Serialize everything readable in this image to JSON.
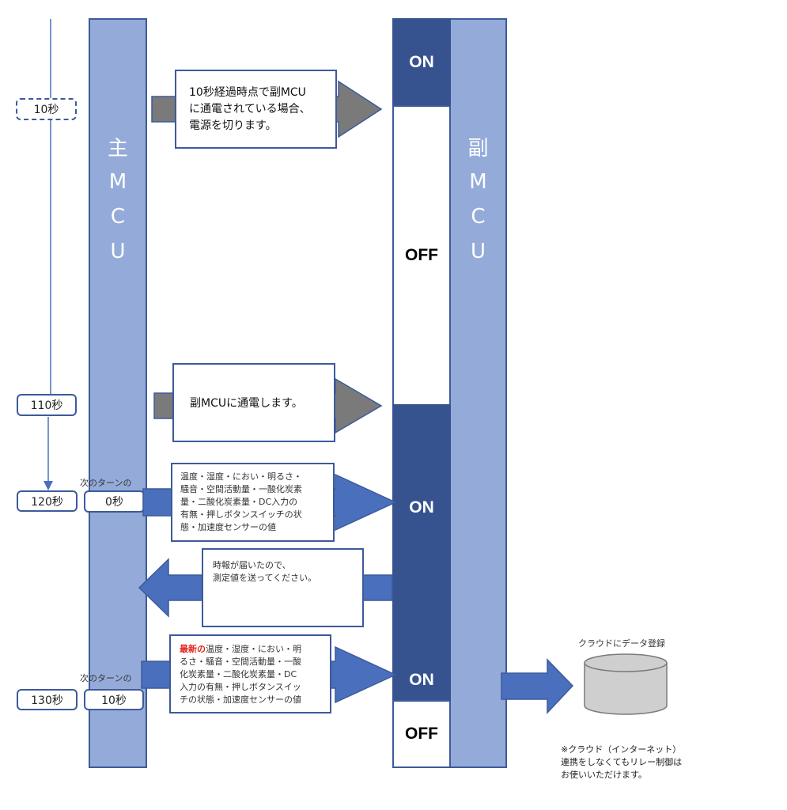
{
  "lanes": {
    "main": {
      "label_chars": [
        "主",
        "M",
        "C",
        "U"
      ]
    },
    "sub": {
      "label_chars": [
        "副",
        "M",
        "C",
        "U"
      ]
    }
  },
  "sub_states": [
    {
      "state": "ON",
      "label": "ON"
    },
    {
      "state": "OFF",
      "label": "OFF"
    },
    {
      "state": "ON",
      "label": "ON"
    },
    {
      "state": "ON",
      "label": "ON"
    },
    {
      "state": "OFF",
      "label": "OFF"
    }
  ],
  "timeline": {
    "markers": [
      {
        "label": "10秒",
        "style": "dashed"
      },
      {
        "label": "110秒",
        "style": "solid"
      },
      {
        "label": "120秒",
        "style": "solid"
      },
      {
        "label": "130秒",
        "style": "solid"
      }
    ],
    "next_turn": [
      {
        "caption": "次のターンの",
        "label": "0秒"
      },
      {
        "caption": "次のターンの",
        "label": "10秒"
      }
    ]
  },
  "messages": {
    "power_off": {
      "lines": [
        "10秒経過時点で副MCU",
        "に通電されている場合、",
        "電源を切ります。"
      ],
      "color": "#7a7a7a"
    },
    "power_on": {
      "text": "副MCUに通電します。",
      "color": "#7a7a7a"
    },
    "measurements": {
      "lines": [
        "温度・湿度・におい・明るさ・",
        "騒音・空間活動量・一酸化炭素",
        "量・二酸化炭素量・DC入力の",
        "有無・押しボタンスイッチの状",
        "態・加速度センサーの値"
      ],
      "color": "#4a6fbd"
    },
    "time_signal": {
      "lines": [
        "時報が届いたので、",
        "測定値を送ってください。"
      ],
      "color": "#4a6fbd"
    },
    "latest_measurements": {
      "highlight": "最新の",
      "first_line_rest": "温度・湿度・におい・明",
      "lines": [
        "るさ・騒音・空間活動量・一酸",
        "化炭素量・二酸化炭素量・DC",
        "入力の有無・押しボタンスイッ",
        "チの状態・加速度センサーの値"
      ],
      "highlight_color": "#e2231a",
      "color": "#4a6fbd"
    }
  },
  "cloud": {
    "title": "クラウドにデータ登録",
    "note_lines": [
      "※クラウド（インターネット）",
      "連携をしなくてもリレー制御は",
      "お使いいただけます。"
    ],
    "fill": "#d0cfd0"
  }
}
